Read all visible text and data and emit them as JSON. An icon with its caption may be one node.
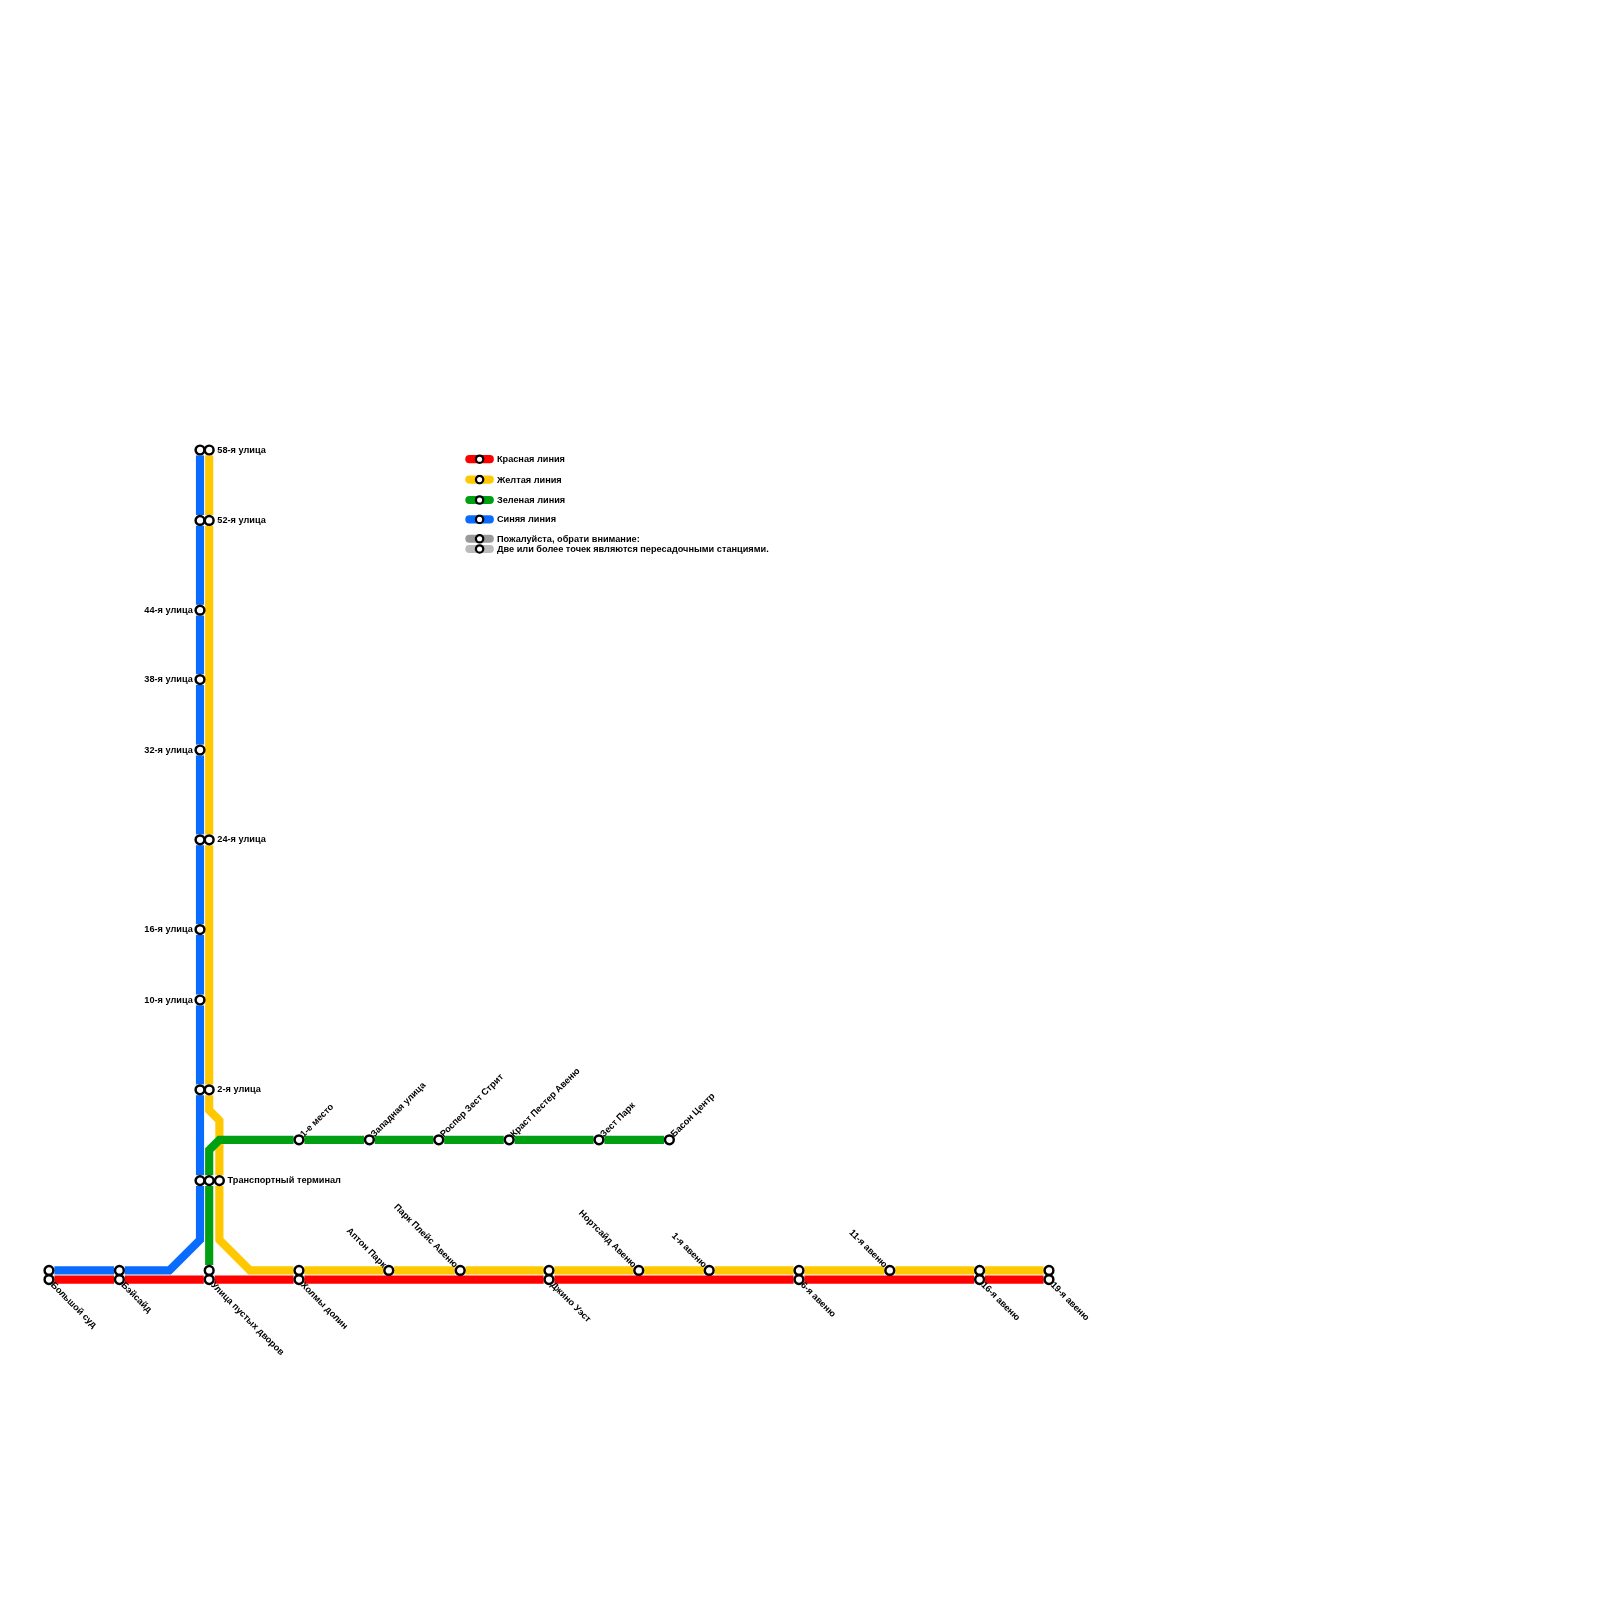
{
  "diagram": {
    "nodes": [
      {
        "text": [
          "58-я улица"
        ]
      },
      {
        "text": [
          "52-я улица"
        ]
      },
      {
        "text": [
          "44-я улица"
        ]
      },
      {
        "text": [
          "38-я улица"
        ]
      },
      {
        "text": [
          "32-я улица"
        ]
      },
      {
        "text": [
          "24-я улица"
        ]
      },
      {
        "text": [
          "16-я улица"
        ]
      },
      {
        "text": [
          "10-я улица"
        ]
      },
      {
        "text": [
          "2-я улица"
        ]
      },
      {
        "text": [
          "Транспортный терминал"
        ]
      },
      {
        "text": [
          "1-е место"
        ]
      },
      {
        "text": [
          "Западная улица"
        ]
      },
      {
        "text": [
          "Роспер Зест Стрит"
        ]
      },
      {
        "text": [
          "Краст Пестер Авеню"
        ]
      },
      {
        "text": [
          "Зест Парк"
        ]
      },
      {
        "text": [
          "Басон Центр"
        ]
      },
      {
        "text": [
          "Большой суд"
        ]
      },
      {
        "text": [
          "Бэйсайд"
        ]
      },
      {
        "text": [
          "Улица пустых дворов"
        ]
      },
      {
        "text": [
          "Холмы долин"
        ]
      },
      {
        "text": [
          "Аптон Парк"
        ]
      },
      {
        "text": [
          "Парк Плейс Авеню"
        ]
      },
      {
        "text": [
          "Джино Уэст"
        ]
      },
      {
        "text": [
          "Нортсайд Авеню"
        ]
      },
      {
        "text": [
          "1-я авеню"
        ]
      },
      {
        "text": [
          "6-я авеню"
        ]
      },
      {
        "text": [
          "11-я авеню"
        ]
      },
      {
        "text": [
          "16-я авеню"
        ]
      },
      {
        "text": [
          "19-я авеню"
        ]
      }
    ],
    "edges": [
      {
        "from": 0,
        "to": 1,
        "arrow": "none",
        "color": "#0a6cff"
      },
      {
        "from": 1,
        "to": 2,
        "arrow": "none",
        "color": "#0a6cff"
      },
      {
        "from": 2,
        "to": 3,
        "arrow": "none",
        "color": "#0a6cff"
      },
      {
        "from": 3,
        "to": 4,
        "arrow": "none",
        "color": "#0a6cff"
      },
      {
        "from": 4,
        "to": 5,
        "arrow": "none",
        "color": "#0a6cff"
      },
      {
        "from": 5,
        "to": 6,
        "arrow": "none",
        "color": "#0a6cff"
      },
      {
        "from": 6,
        "to": 7,
        "arrow": "none",
        "color": "#0a6cff"
      },
      {
        "from": 7,
        "to": 8,
        "arrow": "none",
        "color": "#0a6cff"
      },
      {
        "from": 8,
        "to": 9,
        "arrow": "none",
        "color": "#0a6cff"
      },
      {
        "from": 9,
        "to": 17,
        "arrow": "none",
        "color": "#0a6cff"
      },
      {
        "from": 17,
        "to": 16,
        "arrow": "none",
        "color": "#0a6cff"
      },
      {
        "from": 0,
        "to": 1,
        "arrow": "none"
      },
      {
        "from": 1,
        "to": 5,
        "arrow": "none"
      },
      {
        "from": 5,
        "to": 8,
        "arrow": "none"
      },
      {
        "from": 8,
        "to": 9,
        "arrow": "none"
      },
      {
        "from": 9,
        "to": 19,
        "arrow": "none"
      },
      {
        "from": 19,
        "to": 20,
        "arrow": "none"
      },
      {
        "from": 20,
        "to": 21,
        "arrow": "none"
      },
      {
        "from": 21,
        "to": 22,
        "arrow": "none"
      },
      {
        "from": 22,
        "to": 23,
        "arrow": "none"
      },
      {
        "from": 23,
        "to": 24,
        "arrow": "none"
      },
      {
        "from": 24,
        "to": 25,
        "arrow": "none"
      },
      {
        "from": 25,
        "to": 26,
        "arrow": "none"
      },
      {
        "from": 26,
        "to": 27,
        "arrow": "none"
      },
      {
        "from": 27,
        "to": 28,
        "arrow": "none"
      },
      {
        "from": 18,
        "to": 9,
        "arrow": "none",
        "color": "#00a012"
      },
      {
        "from": 9,
        "to": 10,
        "arrow": "none",
        "color": "#00a012"
      },
      {
        "from": 10,
        "to": 11,
        "arrow": "none",
        "color": "#00a012"
      },
      {
        "from": 11,
        "to": 12,
        "arrow": "none",
        "color": "#00a012"
      },
      {
        "from": 12,
        "to": 13,
        "arrow": "none",
        "color": "#00a012"
      },
      {
        "from": 13,
        "to": 14,
        "arrow": "none",
        "color": "#00a012"
      },
      {
        "from": 14,
        "to": 15,
        "arrow": "none",
        "color": "#00a012"
      },
      {
        "from": 16,
        "to": 17,
        "arrow": "none",
        "color": "#ff0000"
      },
      {
        "from": 17,
        "to": 18,
        "arrow": "none",
        "color": "#ff0000"
      },
      {
        "from": 18,
        "to": 19,
        "arrow": "none",
        "color": "#ff0000"
      },
      {
        "from": 19,
        "to": 22,
        "arrow": "none",
        "color": "#ff0000"
      },
      {
        "from": 22,
        "to": 25,
        "arrow": "none",
        "color": "#ff0000"
      },
      {
        "from": 25,
        "to": 27,
        "arrow": "none",
        "color": "#ff0000"
      },
      {
        "from": 27,
        "to": 28,
        "arrow": "none",
        "color": "#ff0000"
      }
    ],
    "legend": [
      {
        "text": "Красная линия",
        "color": "#ff0000"
      },
      {
        "text": "Желтая линия",
        "color": "#ffc800"
      },
      {
        "text": "Зеленая линия",
        "color": "#00a012"
      },
      {
        "text": "Синяя линия",
        "color": "#0a6cff"
      },
      {
        "text": "Пожалуйста, обрати внимание:",
        "color": "#999999"
      },
      {
        "text": "Две или более точек являются пересадочными станциями.",
        "color": "#bbbbbb"
      }
    ]
  }
}
